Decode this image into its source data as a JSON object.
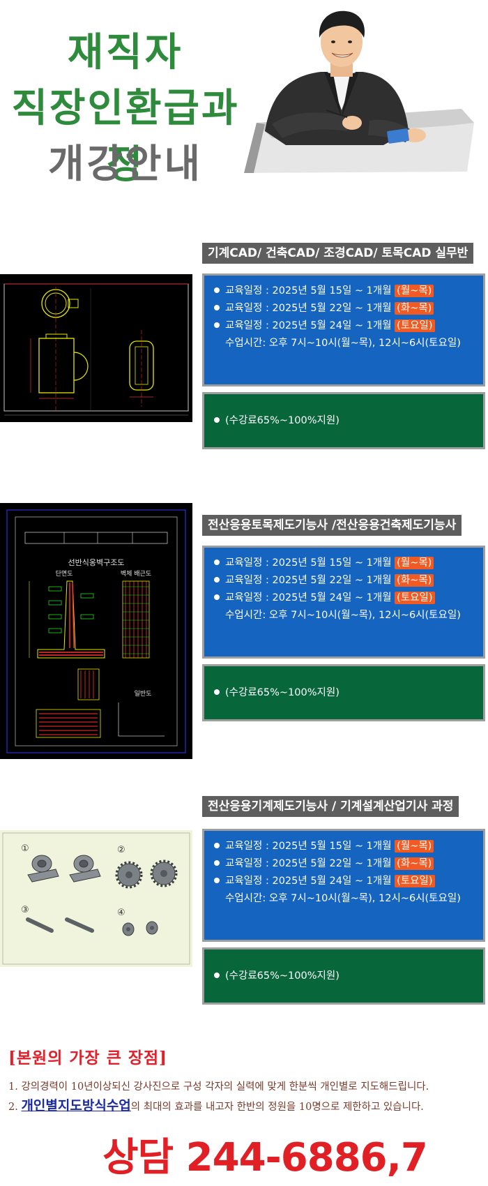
{
  "header": {
    "line1": "재직자",
    "line2": "직장인환급과정",
    "line3": "개강안내"
  },
  "courses": [
    {
      "title": "기계CAD/ 건축CAD/ 조경CAD/ 토목CAD 실무반",
      "schedule": [
        {
          "text": "교육일정 : 2025년 5월 15일   ~ 1개월 ",
          "tag": "(월~목)"
        },
        {
          "text": "교육일정 : 2025년 5월 22일   ~ 1개월 ",
          "tag": "(화~목)"
        },
        {
          "text": "교육일정 : 2025년 5월 24일 ~ 1개월 ",
          "tag": "(토요일)"
        }
      ],
      "hours": "수업시간: 오후 7시~10시(월~목), 12시~6시(토요일)",
      "support": "(수강료65%~100%지원)"
    },
    {
      "title": "전산응용토목제도기능사 /전산응용건축제도기능사",
      "schedule": [
        {
          "text": "교육일정 : 2025년 5월 15일   ~ 1개월 ",
          "tag": "(월~목)"
        },
        {
          "text": "교육일정 : 2025년 5월 22일   ~ 1개월 ",
          "tag": "(화~목)"
        },
        {
          "text": "교육일정 : 2025년 5월 24일 ~ 1개월 ",
          "tag": "(토요일)"
        }
      ],
      "hours": "수업시간: 오후 7시~10시(월~목), 12시~6시(토요일)",
      "support": "(수강료65%~100%지원)"
    },
    {
      "title": "전산응용기계제도기능사 / 기계설계산업기사 과정",
      "schedule": [
        {
          "text": "교육일정 : 2025년 5월 15일   ~ 1개월 ",
          "tag": "(월~목)"
        },
        {
          "text": "교육일정 : 2025년 5월 22일   ~ 1개월 ",
          "tag": "(화~목)"
        },
        {
          "text": "교육일정 : 2025년 5월 24일 ~ 1개월 ",
          "tag": "(토요일)"
        }
      ],
      "hours": "수업시간: 오후 7시~10시(월~목), 12시~6시(토요일)",
      "support": "(수강료65%~100%지원)"
    }
  ],
  "drawings": {
    "drawing2_title": "선반식옹벽구조도",
    "drawing2_left_label": "단면도",
    "drawing2_right_label": "벽체 배근도",
    "drawing2_bottom_label": "일반도",
    "drawing3_markers": [
      "①",
      "②",
      "③",
      "④"
    ]
  },
  "advantages": {
    "title": "[본원의 가장 큰 장점]",
    "line1": "1. 강의경력이 10년이상되신 강사진으로 구성 각자의 실력에 맞게 한분씩 개인별로 지도해드립니다.",
    "line2_prefix": "2. ",
    "line2_highlight": "개인별지도방식수업",
    "line2_suffix": "의 최대의 효과를 내고자 한반의 정원을 10명으로 제한하고 있습니다."
  },
  "contact": "상담 244-6886,7",
  "colors": {
    "green_heading": "#2e8b3c",
    "gray_heading": "#6a6a6a",
    "blue_box": "#1565c0",
    "green_box": "#07663a",
    "tag": "#f15a22",
    "contact": "#e02025"
  }
}
